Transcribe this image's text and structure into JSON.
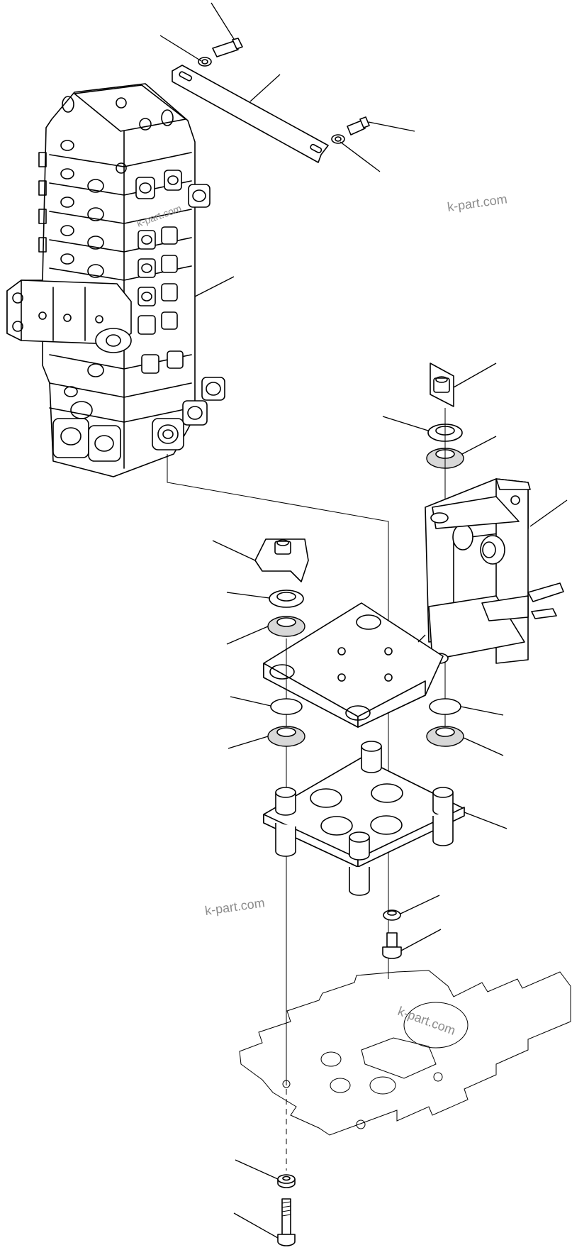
{
  "diagram": {
    "watermarks": [
      "k-part.com",
      "k-part.com",
      "k-part.com",
      "k-part.com"
    ],
    "parts": [
      {
        "name": "control-valve"
      },
      {
        "name": "valve-bracket-strip"
      },
      {
        "name": "bolt"
      },
      {
        "name": "washer"
      },
      {
        "name": "support-bracket"
      },
      {
        "name": "mounting-plate"
      },
      {
        "name": "mount-base"
      },
      {
        "name": "cushion"
      },
      {
        "name": "frame-outline"
      }
    ],
    "colors": {
      "line": "#000000",
      "background": "#ffffff",
      "watermark": "#8c8c8c"
    }
  }
}
